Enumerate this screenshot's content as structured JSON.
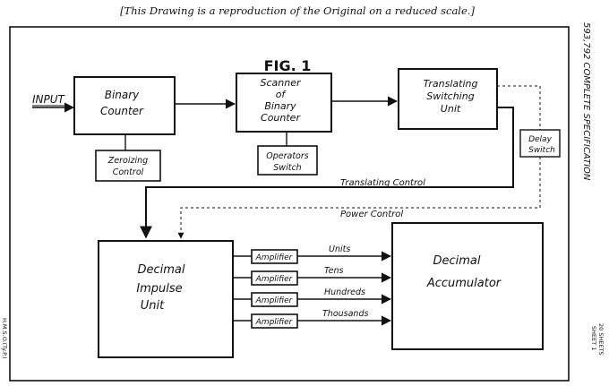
{
  "header": {
    "reproduction_note": "[This Drawing is a reproduction of the Original on a reduced scale.]"
  },
  "figure": {
    "title": "FIG. 1"
  },
  "side_labels": {
    "right_vertical": "593,792 COMPLETE SPECIFICATION",
    "left_vertical": "H.M.S.O.(Ty.P.)",
    "sheets_line1": "20 SHEETS",
    "sheets_line2": "SHEET 1"
  },
  "blocks": {
    "input_label": "INPUT",
    "binary_counter": [
      "Binary",
      "Counter"
    ],
    "scanner": [
      "Scanner",
      "of",
      "Binary",
      "Counter"
    ],
    "translating_switching_unit": [
      "Translating",
      "Switching",
      "Unit"
    ],
    "zeroizing_control": [
      "Zeroizing",
      "Control"
    ],
    "operators_switch": [
      "Operators",
      "Switch"
    ],
    "delay_switch": [
      "Delay",
      "Switch"
    ],
    "decimal_impulse_unit": [
      "Decimal",
      "Impulse",
      "Unit"
    ],
    "decimal_accumulator": [
      "Decimal",
      "Accumulator"
    ]
  },
  "lines": {
    "translating_control": "Translating Control",
    "power_control": "Power Control"
  },
  "amplifiers": [
    {
      "label": "Amplifier",
      "output": "Units"
    },
    {
      "label": "Amplifier",
      "output": "Tens"
    },
    {
      "label": "Amplifier",
      "output": "Hundreds"
    },
    {
      "label": "Amplifier",
      "output": "Thousands"
    }
  ]
}
